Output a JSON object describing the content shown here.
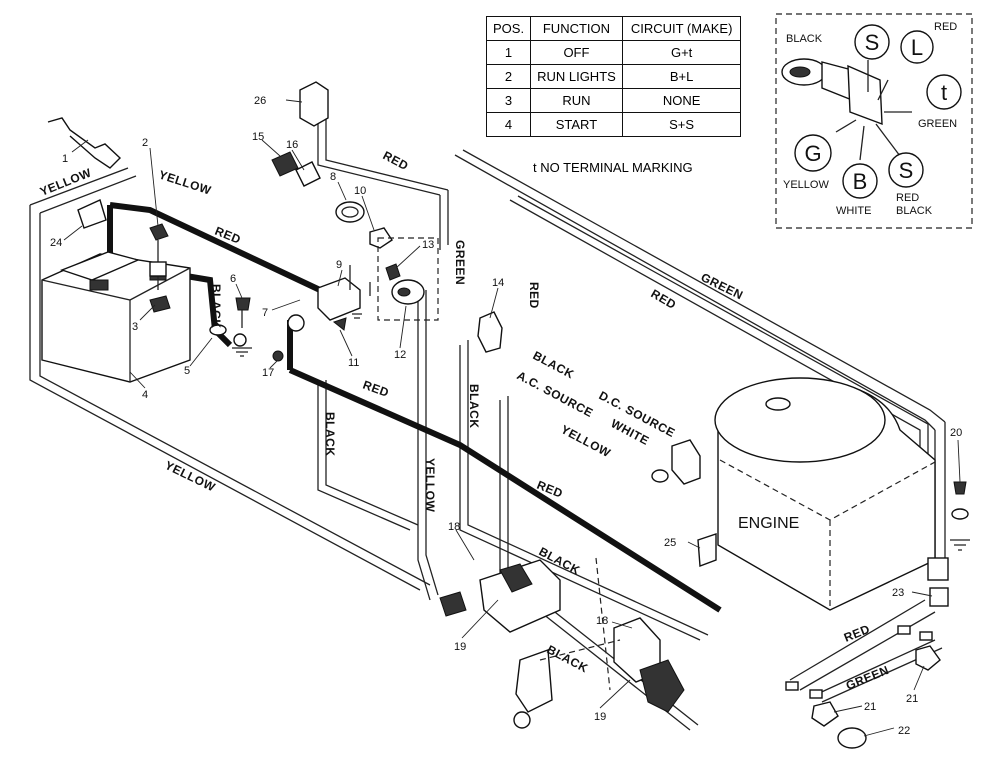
{
  "table": {
    "headers": [
      "POS.",
      "FUNCTION",
      "CIRCUIT (MAKE)"
    ],
    "rows": [
      {
        "pos": "1",
        "function": "OFF",
        "circuit": "G+t"
      },
      {
        "pos": "2",
        "function": "RUN LIGHTS",
        "circuit": "B+L"
      },
      {
        "pos": "3",
        "function": "RUN",
        "circuit": "NONE"
      },
      {
        "pos": "4",
        "function": "START",
        "circuit": "S+S"
      }
    ],
    "note": "t  NO TERMINAL MARKING"
  },
  "switch_inset": {
    "terminals": {
      "s_top": "S",
      "l": "L",
      "t": "t",
      "g": "G",
      "b": "B",
      "s_bottom": "S"
    },
    "labels": {
      "black": "BLACK",
      "red": "RED",
      "green": "GREEN",
      "yellow": "YELLOW",
      "white": "WHITE",
      "red_black_1": "RED",
      "red_black_2": "BLACK"
    }
  },
  "engine_label": "ENGINE",
  "wire_labels": {
    "yellow": "YELLOW",
    "red": "RED",
    "black": "BLACK",
    "green": "GREEN",
    "white": "WHITE",
    "ac_source": "A.C. SOURCE",
    "dc_source": "D.C. SOURCE"
  },
  "part_numbers": [
    "1",
    "2",
    "3",
    "4",
    "5",
    "6",
    "7",
    "8",
    "9",
    "10",
    "11",
    "12",
    "13",
    "14",
    "15",
    "16",
    "17",
    "18",
    "19",
    "20",
    "21",
    "22",
    "23",
    "24",
    "25",
    "26"
  ]
}
